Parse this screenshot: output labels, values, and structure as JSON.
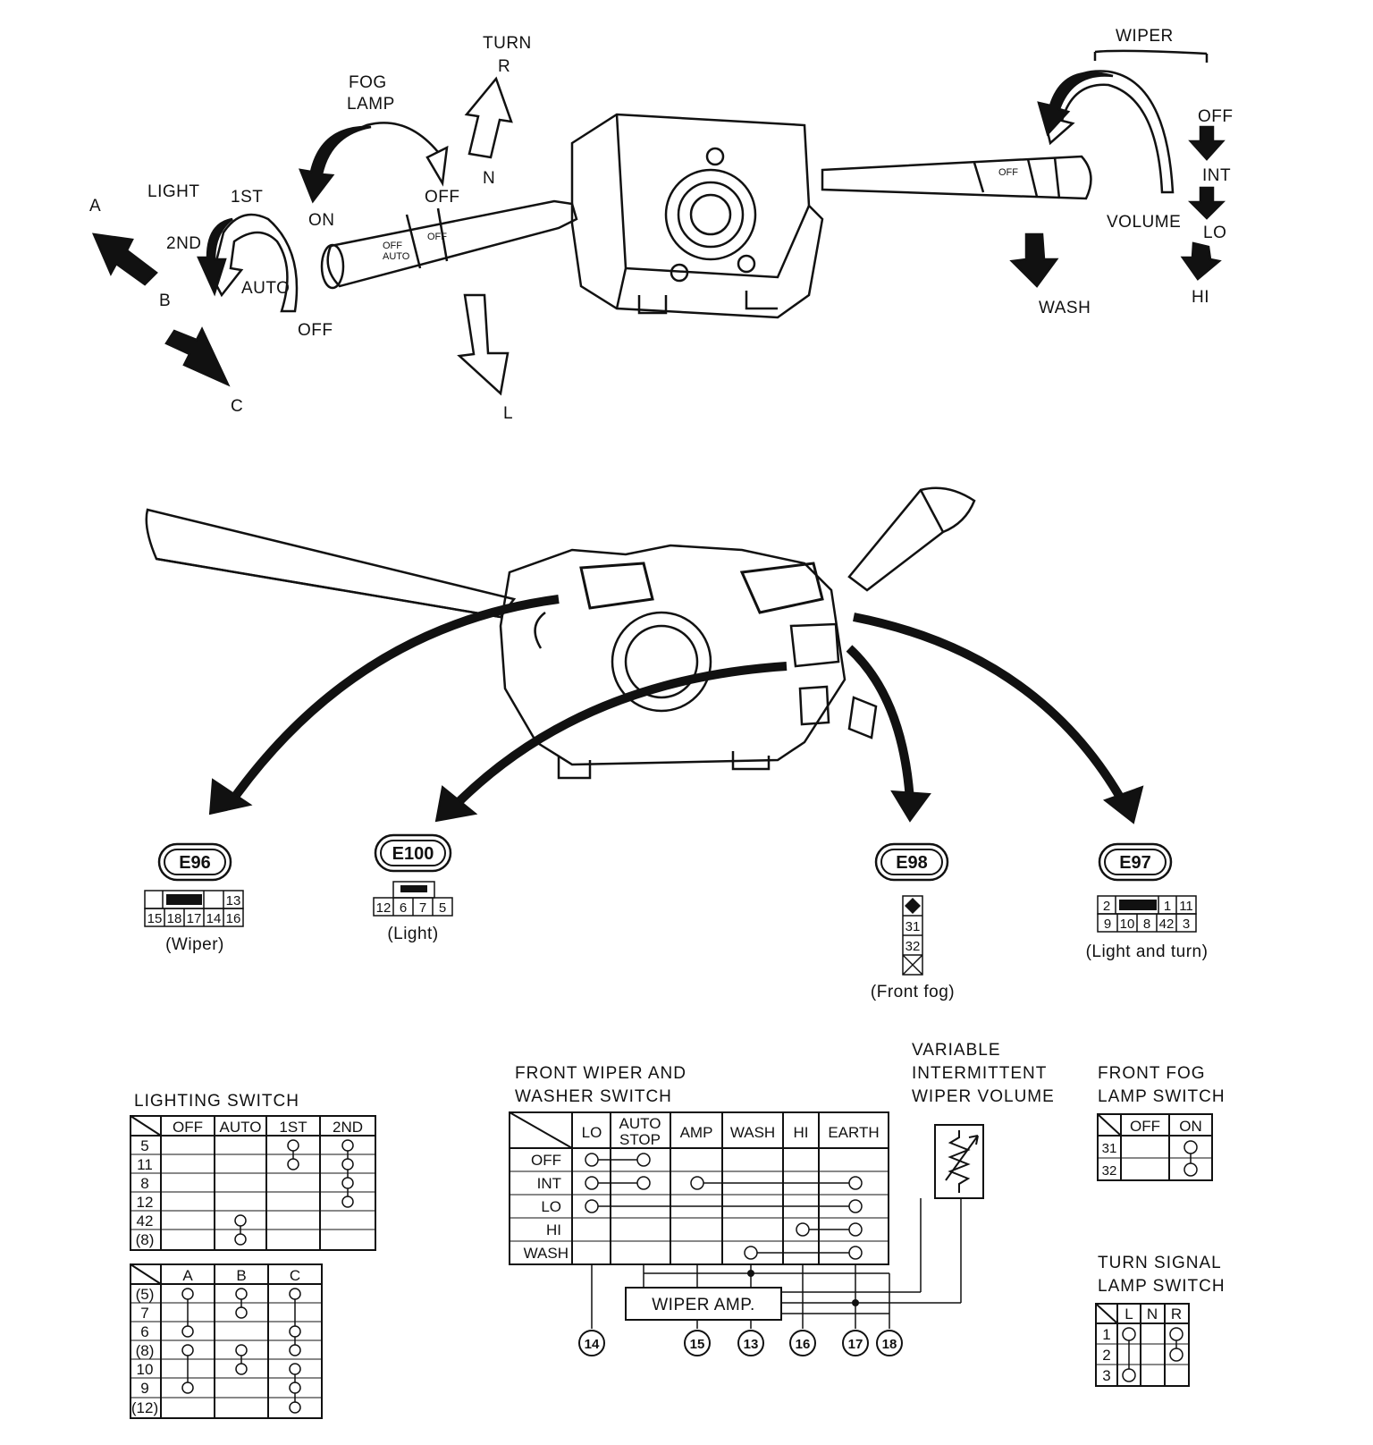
{
  "top_labels": {
    "turn": "TURN",
    "r": "R",
    "n": "N",
    "l": "L",
    "fog_lamp": [
      "FOG",
      "LAMP"
    ],
    "fog_off": "OFF",
    "fog_on": "ON",
    "light": "LIGHT",
    "a": "A",
    "b": "B",
    "c": "C",
    "first": "1ST",
    "second": "2ND",
    "auto": "AUTO",
    "light_off": "OFF",
    "wiper": "WIPER",
    "wiper_off": "OFF",
    "wiper_int": "INT",
    "wiper_lo": "LO",
    "wiper_hi": "HI",
    "volume": "VOLUME",
    "wash": "WASH"
  },
  "connectors": {
    "e96": {
      "code": "E96",
      "top": [
        "",
        "",
        "",
        "13"
      ],
      "bottom": [
        "15",
        "18",
        "17",
        "14",
        "16"
      ],
      "caption": "(Wiper)"
    },
    "e100": {
      "code": "E100",
      "cells": [
        "12",
        "6",
        "7",
        "5"
      ],
      "caption": "(Light)"
    },
    "e98": {
      "code": "E98",
      "cells": [
        "31",
        "32"
      ],
      "caption": "(Front fog)"
    },
    "e97": {
      "code": "E97",
      "top": [
        "2",
        "",
        "1",
        "11"
      ],
      "bottom": [
        "9",
        "10",
        "8",
        "42",
        "3"
      ],
      "caption": "(Light and turn)"
    }
  },
  "lighting_switch": {
    "title": "LIGHTING SWITCH",
    "columns": [
      "OFF",
      "AUTO",
      "1ST",
      "2ND"
    ],
    "rows": [
      "5",
      "11",
      "8",
      "12",
      "42",
      "(8)"
    ]
  },
  "abc_table": {
    "columns": [
      "A",
      "B",
      "C"
    ],
    "rows": [
      "(5)",
      "7",
      "6",
      "(8)",
      "10",
      "9",
      "(12)"
    ]
  },
  "wiper_switch": {
    "title": [
      "FRONT WIPER AND",
      "WASHER SWITCH"
    ],
    "columns": [
      "LO",
      "AUTO",
      "STOP",
      "AMP",
      "WASH",
      "HI",
      "EARTH"
    ],
    "rows": [
      "OFF",
      "INT",
      "LO",
      "HI",
      "WASH"
    ],
    "amp_label": "WIPER AMP.",
    "terminals": [
      "14",
      "15",
      "13",
      "16",
      "17",
      "18"
    ]
  },
  "variable_volume": {
    "title": [
      "VARIABLE",
      "INTERMITTENT",
      "WIPER VOLUME"
    ]
  },
  "fog_switch": {
    "title": [
      "FRONT FOG",
      "LAMP SWITCH"
    ],
    "columns": [
      "OFF",
      "ON"
    ],
    "rows": [
      "31",
      "32"
    ]
  },
  "turn_switch": {
    "title": [
      "TURN SIGNAL",
      "LAMP SWITCH"
    ],
    "columns": [
      "L",
      "N",
      "R"
    ],
    "rows": [
      "1",
      "2",
      "3"
    ]
  }
}
